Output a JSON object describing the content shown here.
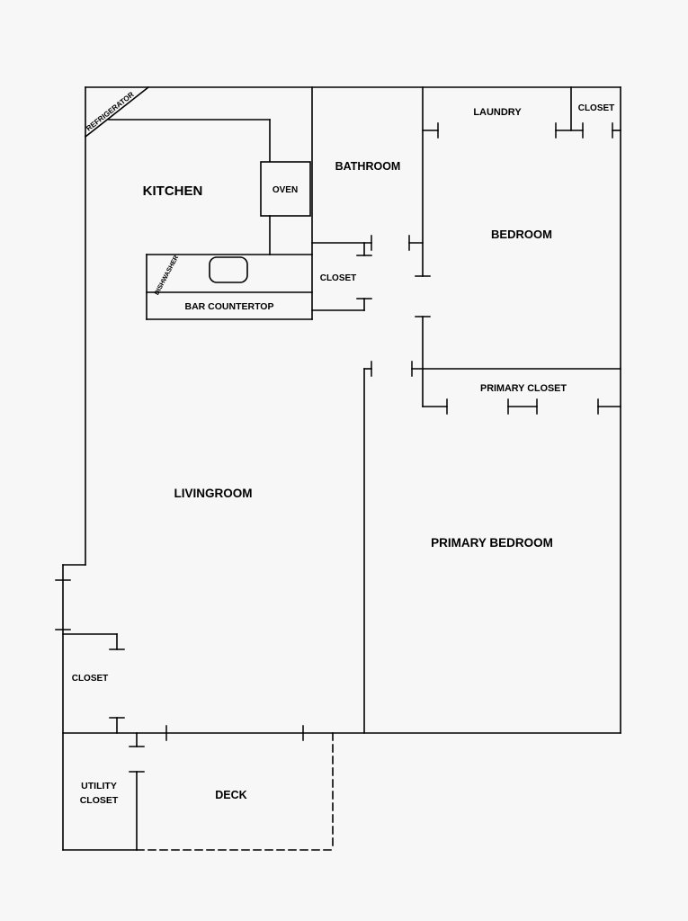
{
  "colors": {
    "background": "#f7f7f8",
    "line": "#000000"
  },
  "labels": {
    "kitchen": "KITCHEN",
    "oven": "OVEN",
    "refrigerator": "REFRIGERATOR",
    "dishwasher": "DISHWASHER",
    "bar_countertop": "BAR COUNTERTOP",
    "bathroom": "BATHROOM",
    "hall_closet": "CLOSET",
    "laundry": "LAUNDRY",
    "laundry_closet": "CLOSET",
    "bedroom": "BEDROOM",
    "primary_closet": "PRIMARY CLOSET",
    "primary_bedroom": "PRIMARY BEDROOM",
    "livingroom": "LIVINGROOM",
    "entry_closet": "CLOSET",
    "utility_closet_line1": "UTILITY",
    "utility_closet_line2": "CLOSET",
    "deck": "DECK"
  }
}
